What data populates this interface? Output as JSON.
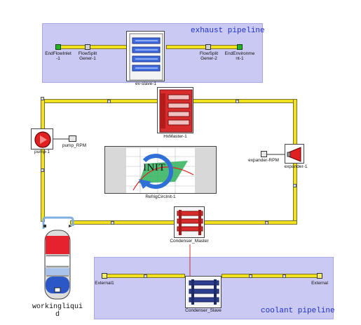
{
  "zones": {
    "exhaust": {
      "title": "exhaust pipeline",
      "color": "#c9c9f3"
    },
    "coolant": {
      "title": "coolant pipeline",
      "color": "#c9c9f3"
    }
  },
  "components": {
    "end_flow_inlet": {
      "label_line1": "EndFlowInlet",
      "label_line2": "-1",
      "icon": "green-port-icon"
    },
    "flow_split_1": {
      "label_line1": "FlowSplit",
      "label_line2": "Gener-1",
      "icon": "flow-split-icon"
    },
    "ev_slave": {
      "label": "ev-slave-1",
      "icon": "evaporator-slave-icon"
    },
    "flow_split_2": {
      "label_line1": "FlowSplit",
      "label_line2": "Gener-2",
      "icon": "flow-split-icon"
    },
    "end_environment": {
      "label_line1": "EndEnvironme",
      "label_line2": "nt-1",
      "icon": "green-port-icon"
    },
    "hx_master": {
      "label": "HxMaster-1",
      "icon": "heat-exchanger-master-icon"
    },
    "pump": {
      "label": "pump-1",
      "icon": "pump-icon"
    },
    "pump_rpm": {
      "label": "pump_RPM",
      "icon": "rpm-signal-icon"
    },
    "refrig_init": {
      "label": "RefrigCircInit-1",
      "badge": "INIT",
      "icon": "init-cycle-icon"
    },
    "expander_rpm": {
      "label": "expander-RPM",
      "icon": "rpm-signal-icon"
    },
    "expander": {
      "label": "expander-1",
      "icon": "expander-icon"
    },
    "condenser_master": {
      "label": "Condenser_Master",
      "icon": "condenser-master-icon"
    },
    "working_liquid": {
      "label_line1": "workingliqui",
      "label_line2": "d",
      "icon": "working-fluid-tank-icon"
    },
    "external_1": {
      "label": "External1",
      "icon": "boundary-port-icon"
    },
    "external_2": {
      "label": "External",
      "icon": "boundary-port-icon"
    },
    "condenser_slave": {
      "label": "Condenser_Slave",
      "icon": "condenser-slave-icon"
    }
  },
  "colors": {
    "pipe": "#f2e11d",
    "hx_red": "#d82b2b",
    "condenser_blue": "#2f3f8f",
    "pump_red": "#e02020",
    "port_green": "#23b223",
    "zone_title": "#1f2fc9"
  }
}
